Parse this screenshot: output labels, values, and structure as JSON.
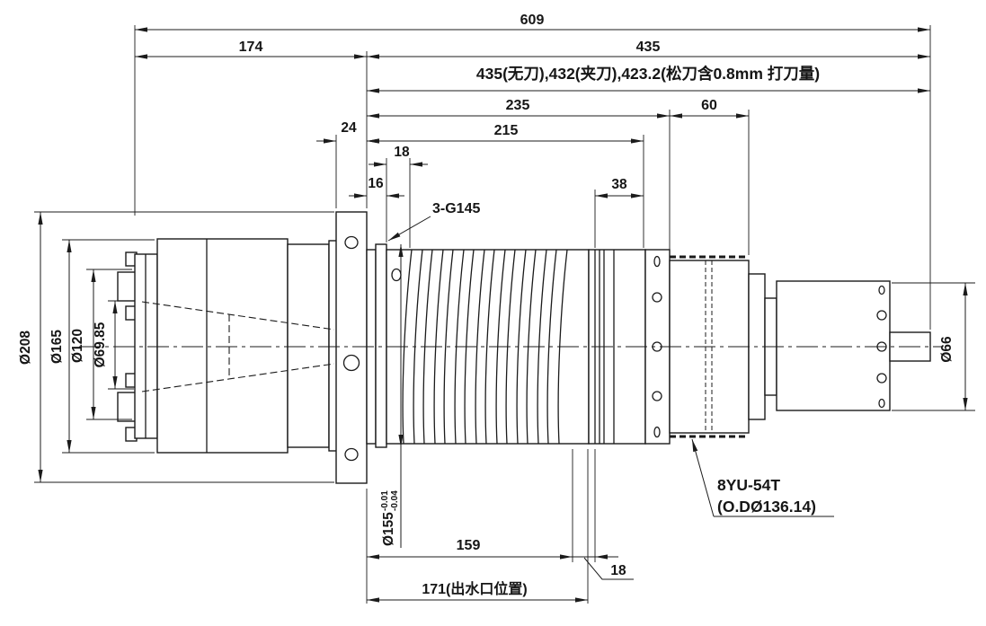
{
  "meta": {
    "type": "engineering-drawing",
    "subject": "motorized spindle side view",
    "background": "#ffffff",
    "line_color": "#1b1b1b"
  },
  "dims": {
    "total": "609",
    "rear": "174",
    "front": "435",
    "front_note": "435(无刀),432(夹刀),423.2(松刀含0.8mm 打刀量)",
    "jacket_to_gear": "235",
    "gear_width": "60",
    "jacket_len": "215",
    "flange_thickness": "24",
    "land": "18",
    "boss_width": "16",
    "groove": "38",
    "thread_label": "3-G145",
    "dia_flange": "Ø208",
    "dia_body": "Ø165",
    "dia_bolt_circle": "Ø120",
    "dia_pilot": "Ø69.85",
    "dia_spigot": "Ø155",
    "spigot_tol_upper": "-0.01",
    "spigot_tol_lower": "-0.04",
    "water_len": "159",
    "water_gap": "18",
    "water_note": "171(出水口位置)",
    "gear_model": "8YU-54T",
    "gear_od": "(O.DØ136.14)",
    "dia_nose": "Ø66"
  }
}
